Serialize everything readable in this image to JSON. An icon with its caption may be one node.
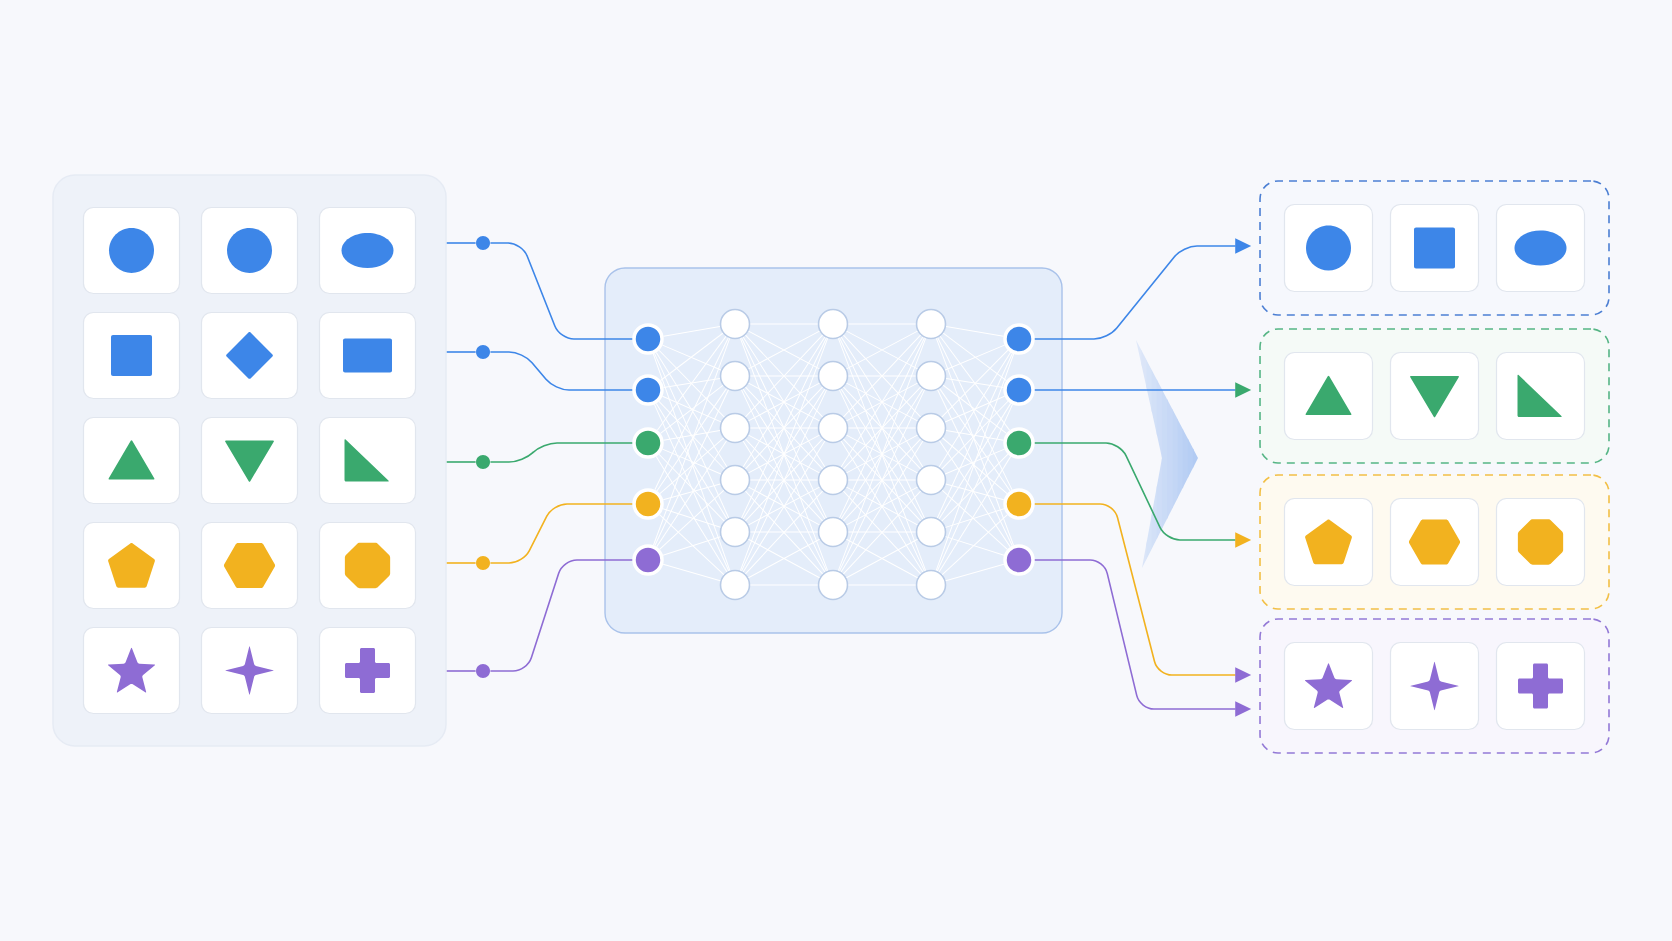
{
  "diagram": {
    "nodes": [
      {
        "text": [],
        "shape": "box"
      },
      {
        "text": [],
        "shape": "box",
        "in": 0
      },
      {
        "text": [],
        "shape": "box",
        "in": 0
      },
      {
        "text": [],
        "shape": "box",
        "in": 0
      },
      {
        "text": [],
        "shape": "box",
        "in": 0
      },
      {
        "text": [],
        "shape": "box",
        "in": 0
      },
      {
        "text": [],
        "shape": "box",
        "in": 0
      },
      {
        "text": [],
        "shape": "box",
        "in": 0
      },
      {
        "text": [],
        "shape": "box",
        "in": 0
      },
      {
        "text": [],
        "shape": "box",
        "in": 0
      },
      {
        "text": [],
        "shape": "box",
        "in": 0
      },
      {
        "text": [],
        "shape": "box",
        "in": 0
      },
      {
        "text": [],
        "shape": "box",
        "in": 0
      },
      {
        "text": [],
        "shape": "box",
        "in": 0
      },
      {
        "text": [],
        "shape": "box",
        "in": 0
      },
      {
        "text": [],
        "shape": "box",
        "in": 0
      },
      {
        "text": [],
        "shape": "circle"
      },
      {
        "text": [],
        "shape": "circle"
      },
      {
        "text": [],
        "shape": "circle"
      },
      {
        "text": [],
        "shape": "circle"
      },
      {
        "text": [],
        "shape": "circle"
      },
      {
        "text": [],
        "shape": "box"
      },
      {
        "text": [],
        "shape": "circle",
        "in": 21
      },
      {
        "text": [],
        "shape": "circle",
        "in": 21
      },
      {
        "text": [],
        "shape": "circle",
        "in": 21
      },
      {
        "text": [],
        "shape": "circle",
        "in": 21
      },
      {
        "text": [],
        "shape": "circle",
        "in": 21
      },
      {
        "text": [],
        "shape": "circle",
        "in": 21
      },
      {
        "text": [],
        "shape": "circle",
        "in": 21
      },
      {
        "text": [],
        "shape": "circle",
        "in": 21
      },
      {
        "text": [],
        "shape": "circle",
        "in": 21
      },
      {
        "text": [],
        "shape": "circle",
        "in": 21
      },
      {
        "text": [],
        "shape": "circle",
        "in": 21
      },
      {
        "text": [],
        "shape": "circle",
        "in": 21
      },
      {
        "text": [],
        "shape": "circle",
        "in": 21
      },
      {
        "text": [],
        "shape": "circle",
        "in": 21
      },
      {
        "text": [],
        "shape": "circle",
        "in": 21
      },
      {
        "text": [],
        "shape": "circle",
        "in": 21
      },
      {
        "text": [],
        "shape": "circle",
        "in": 21
      },
      {
        "text": [],
        "shape": "circle",
        "in": 21
      },
      {
        "text": [],
        "shape": "circle",
        "in": 21
      },
      {
        "text": [],
        "shape": "circle",
        "in": 21
      },
      {
        "text": [],
        "shape": "circle",
        "in": 21
      },
      {
        "text": [],
        "shape": "circle",
        "in": 21
      },
      {
        "text": [],
        "shape": "circle",
        "in": 21
      },
      {
        "text": [],
        "shape": "circle",
        "in": 21
      },
      {
        "text": [],
        "shape": "circle",
        "in": 21
      },
      {
        "text": [],
        "shape": "circle",
        "in": 21
      },
      {
        "text": [],
        "shape": "circle",
        "in": 21
      },
      {
        "text": [],
        "shape": "circle",
        "in": 21
      },
      {
        "text": [],
        "shape": "box"
      },
      {
        "text": [],
        "shape": "box",
        "in": 50
      },
      {
        "text": [],
        "shape": "box",
        "in": 50
      },
      {
        "text": [],
        "shape": "box",
        "in": 50
      },
      {
        "text": [],
        "shape": "box"
      },
      {
        "text": [],
        "shape": "box",
        "in": 54
      },
      {
        "text": [],
        "shape": "box",
        "in": 54
      },
      {
        "text": [],
        "shape": "box",
        "in": 54
      },
      {
        "text": [],
        "shape": "box"
      },
      {
        "text": [],
        "shape": "box",
        "in": 58
      },
      {
        "text": [],
        "shape": "box",
        "in": 58
      },
      {
        "text": [],
        "shape": "box",
        "in": 58
      },
      {
        "text": [],
        "shape": "box"
      },
      {
        "text": [],
        "shape": "box",
        "in": 62
      },
      {
        "text": [],
        "shape": "box",
        "in": 62
      },
      {
        "text": [],
        "shape": "box",
        "in": 62
      }
    ],
    "edges": [
      {
        "from": 0,
        "to": 16,
        "arrow": "none",
        "color": "#3d86e8"
      },
      {
        "from": 0,
        "to": 17,
        "arrow": "none",
        "color": "#3d86e8"
      },
      {
        "from": 0,
        "to": 18,
        "arrow": "none",
        "color": "#3aa96e"
      },
      {
        "from": 0,
        "to": 19,
        "arrow": "none",
        "color": "#f2b21f"
      },
      {
        "from": 0,
        "to": 20,
        "arrow": "none",
        "color": "#8e6cd4"
      },
      {
        "from": 16,
        "to": 22,
        "arrow": "none",
        "color": "#3d86e8"
      },
      {
        "from": 17,
        "to": 23,
        "arrow": "none",
        "color": "#3d86e8"
      },
      {
        "from": 18,
        "to": 24,
        "arrow": "none",
        "color": "#3aa96e"
      },
      {
        "from": 19,
        "to": 25,
        "arrow": "none",
        "color": "#f2b21f"
      },
      {
        "from": 20,
        "to": 26,
        "arrow": "none",
        "color": "#8e6cd4"
      },
      {
        "from": 22,
        "to": 27,
        "arrow": "none"
      },
      {
        "from": 22,
        "to": 28,
        "arrow": "none"
      },
      {
        "from": 22,
        "to": 29,
        "arrow": "none"
      },
      {
        "from": 22,
        "to": 30,
        "arrow": "none"
      },
      {
        "from": 22,
        "to": 31,
        "arrow": "none"
      },
      {
        "from": 22,
        "to": 32,
        "arrow": "none"
      },
      {
        "from": 23,
        "to": 27,
        "arrow": "none"
      },
      {
        "from": 23,
        "to": 28,
        "arrow": "none"
      },
      {
        "from": 23,
        "to": 29,
        "arrow": "none"
      },
      {
        "from": 23,
        "to": 30,
        "arrow": "none"
      },
      {
        "from": 23,
        "to": 31,
        "arrow": "none"
      },
      {
        "from": 23,
        "to": 32,
        "arrow": "none"
      },
      {
        "from": 24,
        "to": 27,
        "arrow": "none"
      },
      {
        "from": 24,
        "to": 28,
        "arrow": "none"
      },
      {
        "from": 24,
        "to": 29,
        "arrow": "none"
      },
      {
        "from": 24,
        "to": 30,
        "arrow": "none"
      },
      {
        "from": 24,
        "to": 31,
        "arrow": "none"
      },
      {
        "from": 24,
        "to": 32,
        "arrow": "none"
      },
      {
        "from": 25,
        "to": 27,
        "arrow": "none"
      },
      {
        "from": 25,
        "to": 28,
        "arrow": "none"
      },
      {
        "from": 25,
        "to": 29,
        "arrow": "none"
      },
      {
        "from": 25,
        "to": 30,
        "arrow": "none"
      },
      {
        "from": 25,
        "to": 31,
        "arrow": "none"
      },
      {
        "from": 25,
        "to": 32,
        "arrow": "none"
      },
      {
        "from": 26,
        "to": 27,
        "arrow": "none"
      },
      {
        "from": 26,
        "to": 28,
        "arrow": "none"
      },
      {
        "from": 26,
        "to": 29,
        "arrow": "none"
      },
      {
        "from": 26,
        "to": 30,
        "arrow": "none"
      },
      {
        "from": 26,
        "to": 31,
        "arrow": "none"
      },
      {
        "from": 26,
        "to": 32,
        "arrow": "none"
      },
      {
        "from": 27,
        "to": 33,
        "arrow": "none"
      },
      {
        "from": 27,
        "to": 34,
        "arrow": "none"
      },
      {
        "from": 27,
        "to": 35,
        "arrow": "none"
      },
      {
        "from": 27,
        "to": 36,
        "arrow": "none"
      },
      {
        "from": 27,
        "to": 37,
        "arrow": "none"
      },
      {
        "from": 27,
        "to": 38,
        "arrow": "none"
      },
      {
        "from": 28,
        "to": 33,
        "arrow": "none"
      },
      {
        "from": 28,
        "to": 34,
        "arrow": "none"
      },
      {
        "from": 28,
        "to": 35,
        "arrow": "none"
      },
      {
        "from": 28,
        "to": 36,
        "arrow": "none"
      },
      {
        "from": 28,
        "to": 37,
        "arrow": "none"
      },
      {
        "from": 28,
        "to": 38,
        "arrow": "none"
      },
      {
        "from": 29,
        "to": 33,
        "arrow": "none"
      },
      {
        "from": 29,
        "to": 34,
        "arrow": "none"
      },
      {
        "from": 29,
        "to": 35,
        "arrow": "none"
      },
      {
        "from": 29,
        "to": 36,
        "arrow": "none"
      },
      {
        "from": 29,
        "to": 37,
        "arrow": "none"
      },
      {
        "from": 29,
        "to": 38,
        "arrow": "none"
      },
      {
        "from": 30,
        "to": 33,
        "arrow": "none"
      },
      {
        "from": 30,
        "to": 34,
        "arrow": "none"
      },
      {
        "from": 30,
        "to": 35,
        "arrow": "none"
      },
      {
        "from": 30,
        "to": 36,
        "arrow": "none"
      },
      {
        "from": 30,
        "to": 37,
        "arrow": "none"
      },
      {
        "from": 30,
        "to": 38,
        "arrow": "none"
      },
      {
        "from": 31,
        "to": 33,
        "arrow": "none"
      },
      {
        "from": 31,
        "to": 34,
        "arrow": "none"
      },
      {
        "from": 31,
        "to": 35,
        "arrow": "none"
      },
      {
        "from": 31,
        "to": 36,
        "arrow": "none"
      },
      {
        "from": 31,
        "to": 37,
        "arrow": "none"
      },
      {
        "from": 31,
        "to": 38,
        "arrow": "none"
      },
      {
        "from": 32,
        "to": 33,
        "arrow": "none"
      },
      {
        "from": 32,
        "to": 34,
        "arrow": "none"
      },
      {
        "from": 32,
        "to": 35,
        "arrow": "none"
      },
      {
        "from": 32,
        "to": 36,
        "arrow": "none"
      },
      {
        "from": 32,
        "to": 37,
        "arrow": "none"
      },
      {
        "from": 32,
        "to": 38,
        "arrow": "none"
      },
      {
        "from": 33,
        "to": 39,
        "arrow": "none"
      },
      {
        "from": 33,
        "to": 40,
        "arrow": "none"
      },
      {
        "from": 33,
        "to": 41,
        "arrow": "none"
      },
      {
        "from": 33,
        "to": 42,
        "arrow": "none"
      },
      {
        "from": 33,
        "to": 43,
        "arrow": "none"
      },
      {
        "from": 33,
        "to": 44,
        "arrow": "none"
      },
      {
        "from": 34,
        "to": 39,
        "arrow": "none"
      },
      {
        "from": 34,
        "to": 40,
        "arrow": "none"
      },
      {
        "from": 34,
        "to": 41,
        "arrow": "none"
      },
      {
        "from": 34,
        "to": 42,
        "arrow": "none"
      },
      {
        "from": 34,
        "to": 43,
        "arrow": "none"
      },
      {
        "from": 34,
        "to": 44,
        "arrow": "none"
      },
      {
        "from": 35,
        "to": 39,
        "arrow": "none"
      },
      {
        "from": 35,
        "to": 40,
        "arrow": "none"
      },
      {
        "from": 35,
        "to": 41,
        "arrow": "none"
      },
      {
        "from": 35,
        "to": 42,
        "arrow": "none"
      },
      {
        "from": 35,
        "to": 43,
        "arrow": "none"
      },
      {
        "from": 35,
        "to": 44,
        "arrow": "none"
      },
      {
        "from": 36,
        "to": 39,
        "arrow": "none"
      },
      {
        "from": 36,
        "to": 40,
        "arrow": "none"
      },
      {
        "from": 36,
        "to": 41,
        "arrow": "none"
      },
      {
        "from": 36,
        "to": 42,
        "arrow": "none"
      },
      {
        "from": 36,
        "to": 43,
        "arrow": "none"
      },
      {
        "from": 36,
        "to": 44,
        "arrow": "none"
      },
      {
        "from": 37,
        "to": 39,
        "arrow": "none"
      },
      {
        "from": 37,
        "to": 40,
        "arrow": "none"
      },
      {
        "from": 37,
        "to": 41,
        "arrow": "none"
      },
      {
        "from": 37,
        "to": 42,
        "arrow": "none"
      },
      {
        "from": 37,
        "to": 43,
        "arrow": "none"
      },
      {
        "from": 37,
        "to": 44,
        "arrow": "none"
      },
      {
        "from": 38,
        "to": 39,
        "arrow": "none"
      },
      {
        "from": 38,
        "to": 40,
        "arrow": "none"
      },
      {
        "from": 38,
        "to": 41,
        "arrow": "none"
      },
      {
        "from": 38,
        "to": 42,
        "arrow": "none"
      },
      {
        "from": 38,
        "to": 43,
        "arrow": "none"
      },
      {
        "from": 38,
        "to": 44,
        "arrow": "none"
      },
      {
        "from": 39,
        "to": 45,
        "arrow": "none"
      },
      {
        "from": 39,
        "to": 46,
        "arrow": "none"
      },
      {
        "from": 39,
        "to": 47,
        "arrow": "none"
      },
      {
        "from": 39,
        "to": 48,
        "arrow": "none"
      },
      {
        "from": 39,
        "to": 49,
        "arrow": "none"
      },
      {
        "from": 40,
        "to": 45,
        "arrow": "none"
      },
      {
        "from": 40,
        "to": 46,
        "arrow": "none"
      },
      {
        "from": 40,
        "to": 47,
        "arrow": "none"
      },
      {
        "from": 40,
        "to": 48,
        "arrow": "none"
      },
      {
        "from": 40,
        "to": 49,
        "arrow": "none"
      },
      {
        "from": 41,
        "to": 45,
        "arrow": "none"
      },
      {
        "from": 41,
        "to": 46,
        "arrow": "none"
      },
      {
        "from": 41,
        "to": 47,
        "arrow": "none"
      },
      {
        "from": 41,
        "to": 48,
        "arrow": "none"
      },
      {
        "from": 41,
        "to": 49,
        "arrow": "none"
      },
      {
        "from": 42,
        "to": 45,
        "arrow": "none"
      },
      {
        "from": 42,
        "to": 46,
        "arrow": "none"
      },
      {
        "from": 42,
        "to": 47,
        "arrow": "none"
      },
      {
        "from": 42,
        "to": 48,
        "arrow": "none"
      },
      {
        "from": 42,
        "to": 49,
        "arrow": "none"
      },
      {
        "from": 43,
        "to": 45,
        "arrow": "none"
      },
      {
        "from": 43,
        "to": 46,
        "arrow": "none"
      },
      {
        "from": 43,
        "to": 47,
        "arrow": "none"
      },
      {
        "from": 43,
        "to": 48,
        "arrow": "none"
      },
      {
        "from": 43,
        "to": 49,
        "arrow": "none"
      },
      {
        "from": 44,
        "to": 45,
        "arrow": "none"
      },
      {
        "from": 44,
        "to": 46,
        "arrow": "none"
      },
      {
        "from": 44,
        "to": 47,
        "arrow": "none"
      },
      {
        "from": 44,
        "to": 48,
        "arrow": "none"
      },
      {
        "from": 44,
        "to": 49,
        "arrow": "none"
      },
      {
        "from": 45,
        "to": 50,
        "arrow": "to",
        "color": "#3d86e8"
      },
      {
        "from": 46,
        "to": 54,
        "arrow": "to",
        "color": "#3d86e8"
      },
      {
        "from": 47,
        "to": 58,
        "arrow": "to",
        "color": "#3aa96e"
      },
      {
        "from": 48,
        "to": 62,
        "arrow": "to",
        "color": "#f2b21f"
      },
      {
        "from": 49,
        "to": 62,
        "arrow": "to",
        "color": "#8e6cd4"
      }
    ]
  }
}
